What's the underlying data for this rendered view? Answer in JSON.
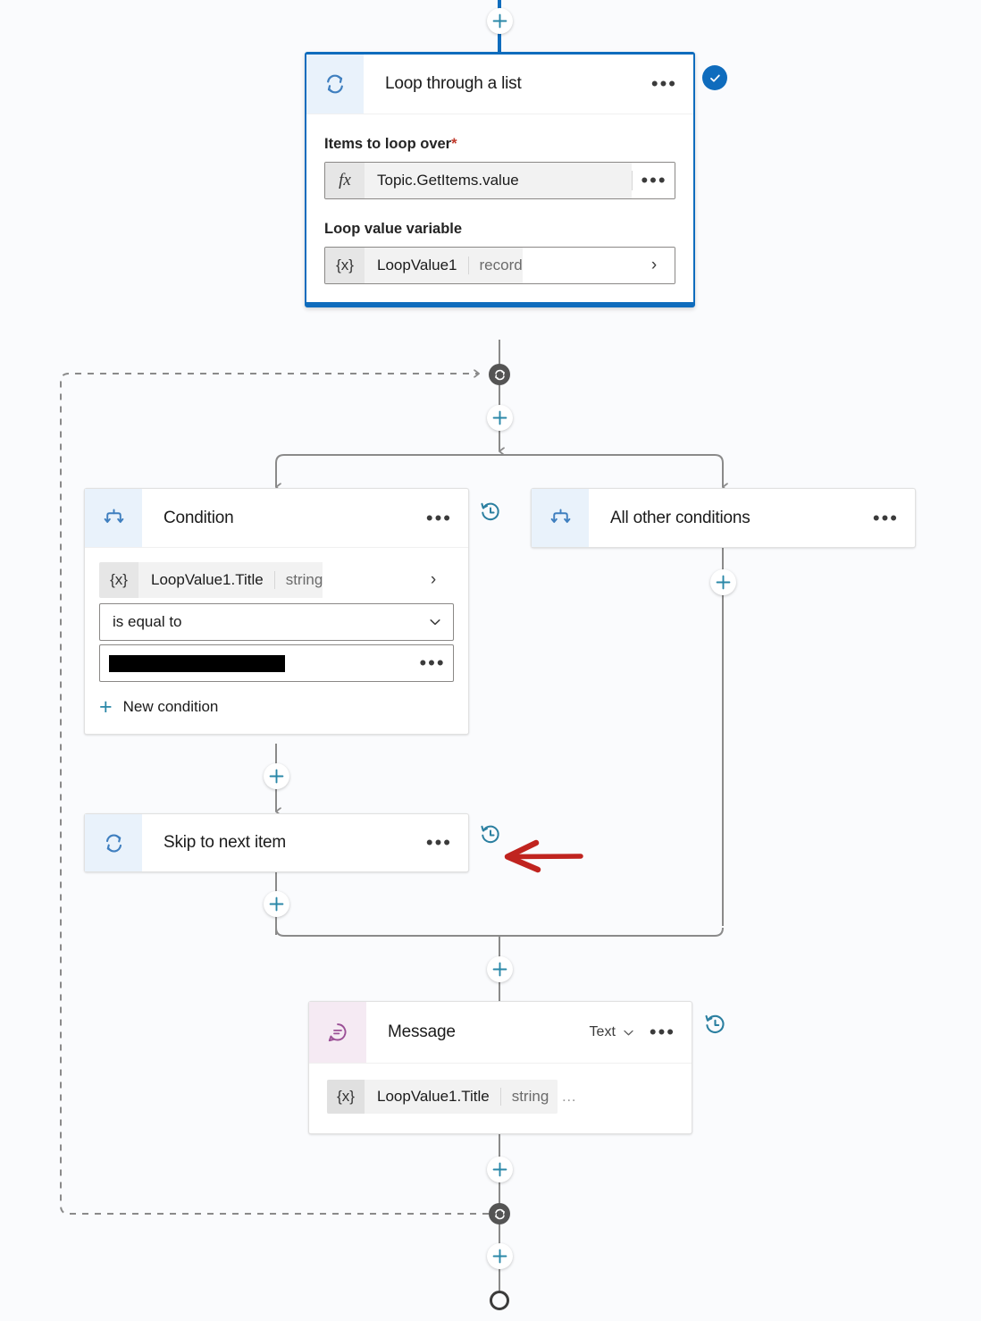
{
  "canvas": {
    "background": "#fafbfd",
    "accent_blue": "#0f6cbd",
    "plus_teal": "#2b88a8",
    "wire_gray": "#8a8a8a",
    "loop_node_gray": "#545454",
    "annotation_red": "#c0241f"
  },
  "nodes": {
    "loop": {
      "title": "Loop through a list",
      "icon": "loop-icon",
      "selected": true,
      "status_badge": "checkmark",
      "menu": "•••",
      "fields": [
        {
          "label": "Items to loop over",
          "required_marker": "*",
          "prefix": "fx",
          "value": "Topic.GetItems.value",
          "trailing": "•••"
        },
        {
          "label": "Loop value variable",
          "required_marker": "",
          "prefix": "{x}",
          "value": "LoopValue1",
          "type_label": "record",
          "trailing": "›"
        }
      ]
    },
    "condition": {
      "title": "Condition",
      "icon": "branch-icon",
      "menu": "•••",
      "history_icon": "history-icon",
      "variable": {
        "prefix": "{x}",
        "value": "LoopValue1.Title",
        "type_label": "string",
        "trailing": "›"
      },
      "operator": "is equal to",
      "operator_chevron": "chevron-down-icon",
      "value_redacted": true,
      "value_menu": "•••",
      "add_condition_label": "New condition"
    },
    "all_other_conditions": {
      "title": "All other conditions",
      "icon": "branch-icon",
      "menu": "•••",
      "history_icon": "history-icon"
    },
    "skip": {
      "title": "Skip to next item",
      "icon": "loop-icon",
      "menu": "•••",
      "history_icon": "history-icon"
    },
    "message": {
      "title": "Message",
      "icon": "message-bubble-icon",
      "type_selector": "Text",
      "type_chevron": "chevron-down-icon",
      "menu": "•••",
      "history_icon": "history-icon",
      "content": {
        "prefix": "{x}",
        "value": "LoopValue1.Title",
        "type_label": "string",
        "trailing": "…"
      }
    }
  },
  "connectors": {
    "add_label": "+",
    "loop_back_icon": "loop-back-icon",
    "end_icon": "end-node-icon"
  },
  "annotation": {
    "arrow": "red-left-arrow",
    "color": "#c0241f"
  }
}
